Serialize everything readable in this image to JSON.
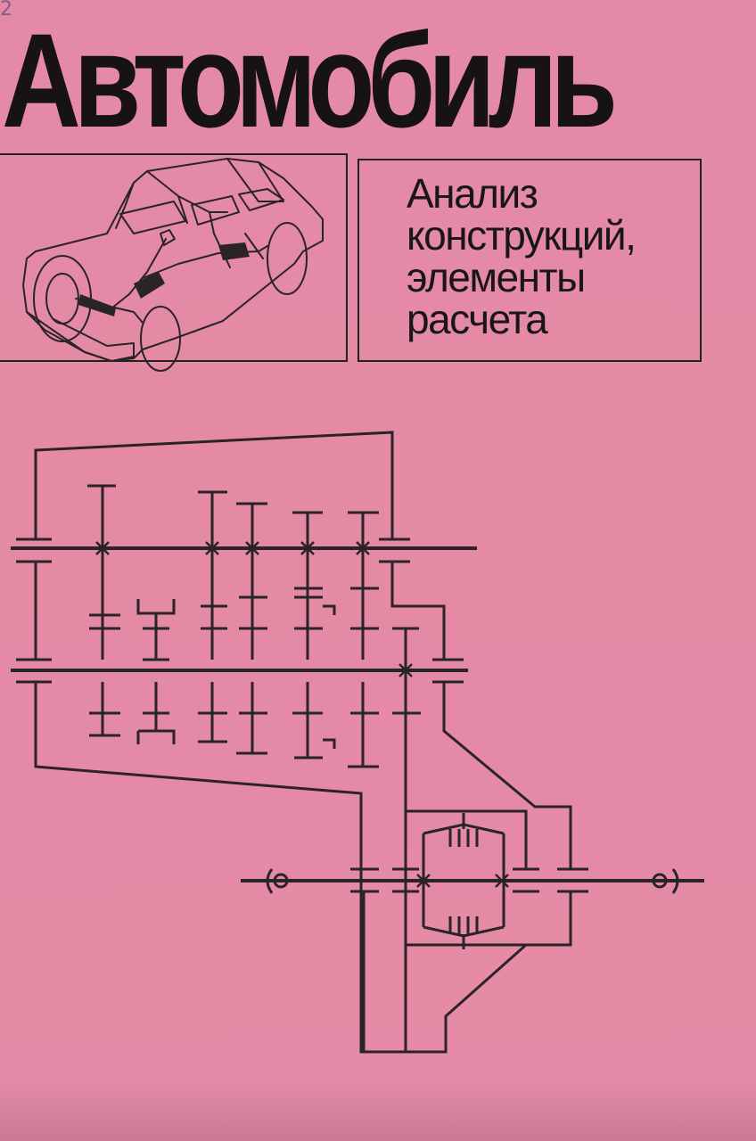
{
  "cover": {
    "title": "Автомобиль",
    "subtitle_lines": [
      "Анализ",
      "конструкций,",
      "элементы",
      "расчета"
    ],
    "corner_mark": "2",
    "colors": {
      "background": "#e58aa6",
      "ink": "#1a1519",
      "line_art": "#2a2328"
    }
  },
  "illustrations": {
    "car": "car-chassis-line-drawing",
    "schematic": "gearbox-kinematic-schematic"
  }
}
